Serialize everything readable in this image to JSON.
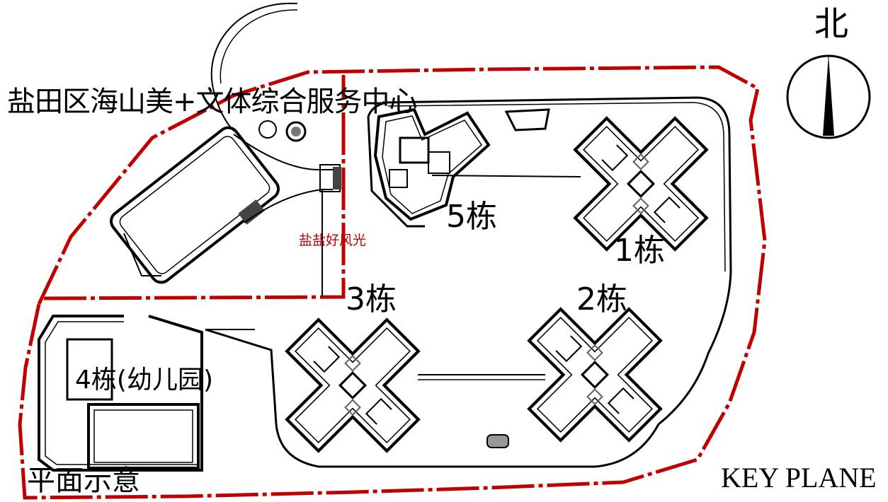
{
  "labels": {
    "service_center": "盐田区海山美+文体综合服务中心",
    "red_caption": "盐盐好风光",
    "building_5": "5栋",
    "building_1": "1栋",
    "building_3": "3栋",
    "building_2": "2栋",
    "building_4": "4栋(幼儿园)",
    "plan_caption": "平面示意",
    "key_plane": "KEY PLANE",
    "north": "北"
  },
  "colors": {
    "boundary": "#c00000",
    "lines": "#000000",
    "accent_gray": "#555555"
  },
  "icons": [
    "north-arrow-icon"
  ]
}
